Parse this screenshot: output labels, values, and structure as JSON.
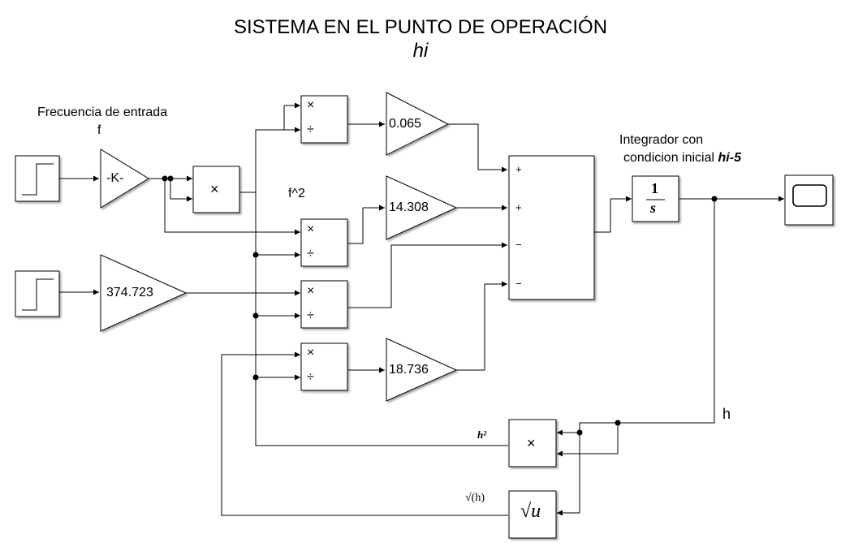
{
  "title": {
    "line1": "SISTEMA EN EL PUNTO DE OPERACIÓN",
    "line2": "hi"
  },
  "labels": {
    "freq_label": "Frecuencia de entrada",
    "freq_symbol": "f",
    "f_squared": "f^2",
    "integrator_label_1": "Integrador con",
    "integrator_label_2": "condicion inicial ",
    "integrator_label_ic": "hi-5",
    "h_signal": "h",
    "h_squared": "h²",
    "sqrt_h": "√(h)"
  },
  "blocks": {
    "gain_k": "-K-",
    "gain_374": "374.723",
    "gain_0065": "0.065",
    "gain_14308": "14.308",
    "gain_18736": "18.736",
    "product_symbol": "×",
    "divide_symbol": "÷",
    "integrator_num": "1",
    "integrator_den": "s",
    "sqrt_block": "√u",
    "sum_signs": [
      "+",
      "+",
      "−",
      "−"
    ]
  }
}
